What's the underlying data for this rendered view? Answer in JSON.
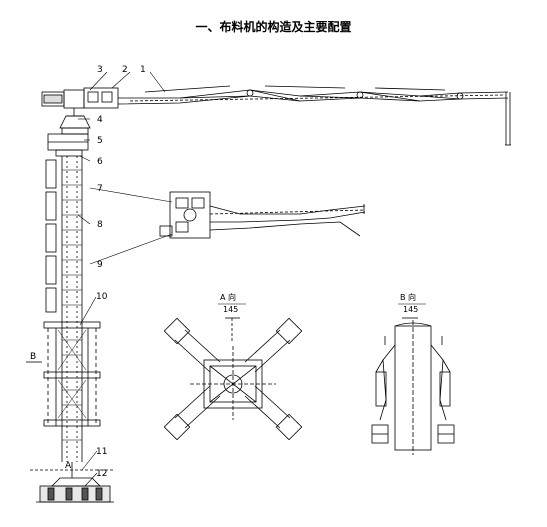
{
  "title": "一、布料机的构造及主要配置",
  "callouts": [
    "1",
    "2",
    "3",
    "4",
    "5",
    "6",
    "7",
    "8",
    "9",
    "10",
    "11",
    "12"
  ],
  "view_a": {
    "label": "A 向",
    "dim": "145"
  },
  "view_b": {
    "label": "B 向",
    "dim": "145"
  },
  "marker_a": "A",
  "marker_b": "B"
}
